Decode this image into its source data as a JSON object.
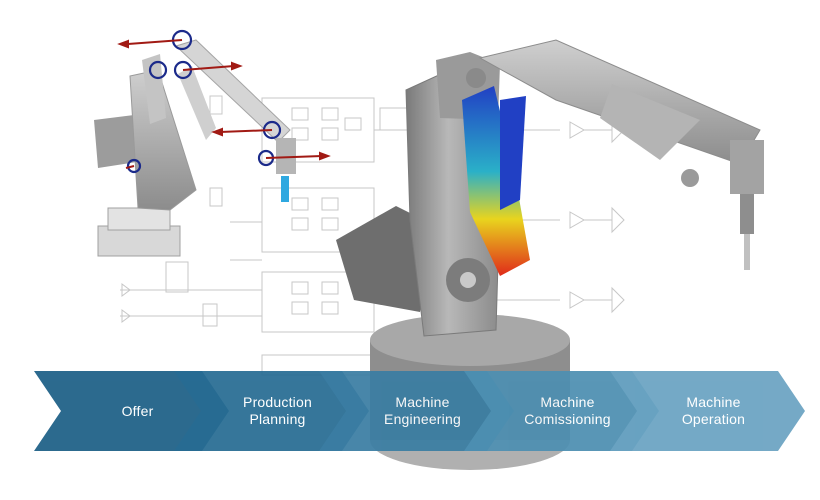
{
  "steps": [
    {
      "lines": [
        "Offer"
      ],
      "color": "#1c5f86"
    },
    {
      "lines": [
        "Production",
        "Planning"
      ],
      "color": "#276c93"
    },
    {
      "lines": [
        "Machine",
        "Engineering"
      ],
      "color": "#3a7da2"
    },
    {
      "lines": [
        "Machine",
        "Comissioning"
      ],
      "color": "#4d8fb1"
    },
    {
      "lines": [
        "Machine",
        "Operation"
      ],
      "color": "#6aa3c2"
    }
  ],
  "colors": {
    "force_arrow": "#a11a14",
    "joint_ring": "#1b2a8a",
    "stress_low": "#1f3fbf",
    "stress_high": "#e02a1a",
    "tool_highlight": "#2fa8e0"
  }
}
